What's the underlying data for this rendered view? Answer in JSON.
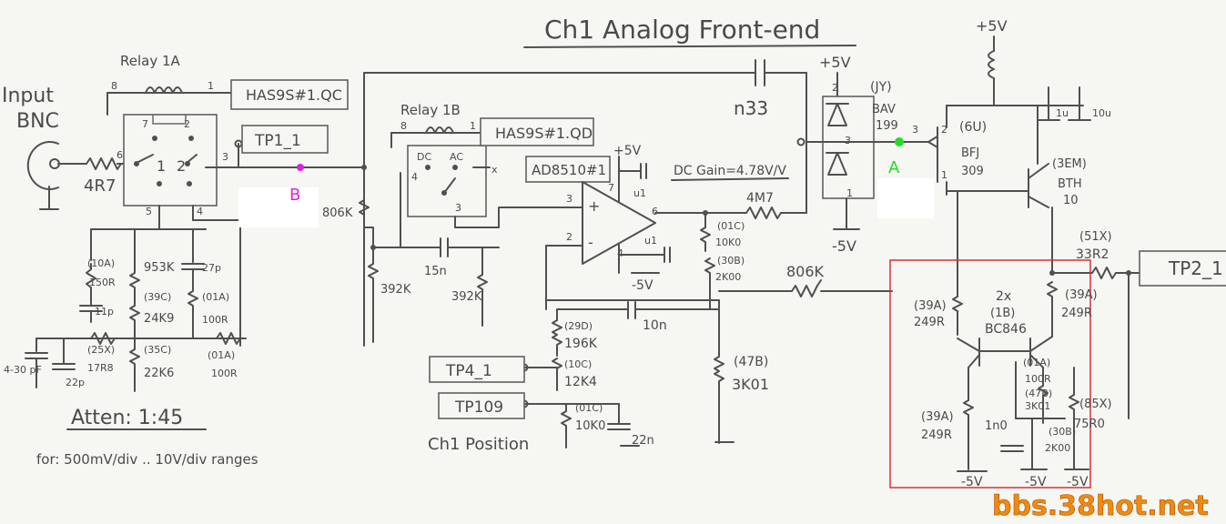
{
  "title": "Ch1 Analog Front-end",
  "input": {
    "line1": "Input",
    "line2": "BNC"
  },
  "relay1a": {
    "label": "Relay 1A",
    "pin8": "8",
    "pin1": "1",
    "pin6": "6",
    "pin7": "7",
    "pin2": "2",
    "pin3": "3",
    "pin5": "5",
    "pin4": "4",
    "sw1": "1",
    "sw2": "2",
    "coil": "HAS9S#1.QC"
  },
  "relay1b": {
    "label": "Relay 1B",
    "pin8": "8",
    "pin1": "1",
    "pin4": "4",
    "pin3": "3",
    "dc": "DC",
    "ac": "AC",
    "x": "x",
    "coil": "HAS9S#1.QD"
  },
  "tp1": "TP1_1",
  "tp2": "TP2_1",
  "tp4": "TP4_1",
  "tp109": "TP109",
  "ch1_position": "Ch1 Position",
  "opamp": {
    "name": "AD8510#1",
    "pin3": "3",
    "pin2": "2",
    "pin6": "6",
    "pin7": "7",
    "pin4": "4",
    "plus": "+",
    "minus": "-",
    "vpos": "+5V",
    "vneg": "-5V",
    "cap_top": "u1",
    "cap_bot": "u1"
  },
  "dc_gain": "DC Gain=4.78V/V",
  "atten": "Atten: 1:45",
  "ranges": "for: 500mV/div .. 10V/div ranges",
  "components": {
    "r_4r7": "4R7",
    "r_806k_a": "806K",
    "r_392k_a": "392K",
    "c_15n": "15n",
    "r_392k_b": "392K",
    "c_n33": "n33",
    "r_4m7": "4M7",
    "r_01c_a": "(01C)",
    "r_10k0_a": "10K0",
    "r_30b_a": "(30B)",
    "r_2k00_a": "2K00",
    "r_806k_b": "806K",
    "c_10n": "10n",
    "r_29d": "(29D)",
    "r_196k": "196K",
    "r_10c": "(10C)",
    "r_12k4": "12K4",
    "r_01c_b": "(01C)",
    "r_10k0_b": "10K0",
    "c_22n": "22n",
    "r_47b": "(47B)",
    "r_3k01": "3K01",
    "r_10a": "(10A)",
    "r_150r": "150R",
    "c_11p": "11p",
    "r_953k": "953K",
    "r_39c": "(39C)",
    "r_24k9": "24K9",
    "c_27p": "27p",
    "r_01a_a": "(01A)",
    "r_100r_a": "100R",
    "c_430pf": "4-30 pF",
    "c_22p": "22p",
    "r_25x": "(25X)",
    "r_17r8": "17R8",
    "r_35c": "(35C)",
    "r_22k6": "22K6",
    "r_01a_b": "(01A)",
    "r_100r_b": "100R",
    "d_jy": "(JY)",
    "d_bav": "BAV",
    "d_199": "199",
    "d_pin2": "2",
    "d_pin3": "3",
    "d_pin1": "1",
    "q_6u": "(6U)",
    "q_bfj": "BFJ",
    "q_309": "309",
    "q_pin3": "3",
    "q_pin2": "2",
    "q_pin1": "1",
    "q_3em": "(3EM)",
    "q_bth": "BTH",
    "q_10": "10",
    "c_1u": "1u",
    "c_10u": "10u",
    "r_51x": "(51X)",
    "r_33r2": "33R2",
    "r_39a_l": "(39A)",
    "r_249r_l": "249R",
    "q_2x": "2x",
    "q_1b": "(1B)",
    "q_bc846": "BC846",
    "r_39a_r": "(39A)",
    "r_249r_r": "249R",
    "r_39a_bl": "(39A)",
    "r_249r_bl": "249R",
    "c_1n0": "1n0",
    "r_01a_c": "(01A)",
    "r_100r_c": "100R",
    "r_47b_c": "(47B)",
    "r_3k01_c": "3K01",
    "r_30b_c": "(30B)",
    "r_2k00_c": "2K00",
    "r_85x": "(85X)",
    "r_75r0": "75R0"
  },
  "rails": {
    "p5_top": "+5V",
    "p5_diode": "+5V",
    "m5_diode": "-5V",
    "m5_1": "-5V",
    "m5_2": "-5V",
    "m5_3": "-5V"
  },
  "marker_a": "A",
  "marker_b": "B",
  "watermark": "bbs.38hot.net",
  "colors": {
    "marker_a": "#22dd22",
    "marker_b": "#dd22dd",
    "highlight": "#d83030",
    "watermark": "#f08a10"
  }
}
